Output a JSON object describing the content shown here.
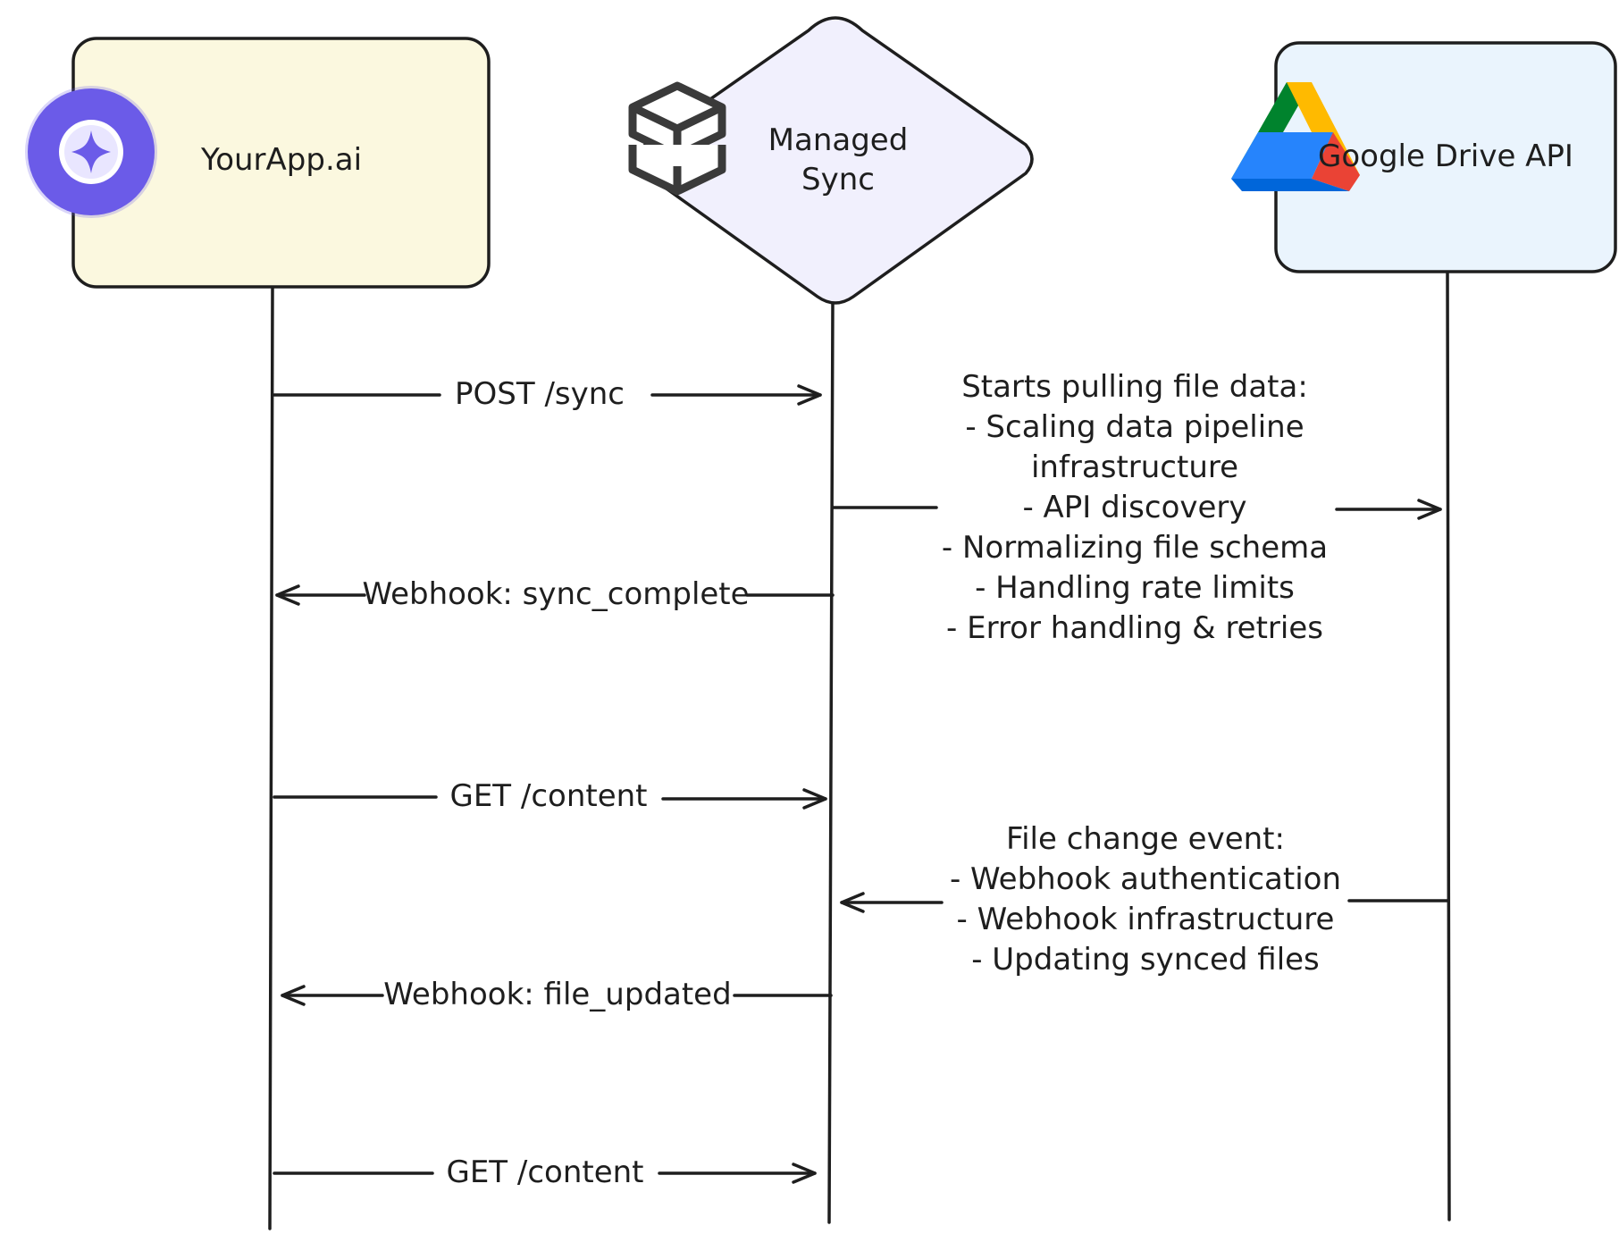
{
  "participants": {
    "app": {
      "label": "YourApp.ai",
      "fill": "#fbf8df",
      "icon": "sparkle-badge-icon",
      "icon_color": "#6b5be8"
    },
    "sync": {
      "label_line1": "Managed",
      "label_line2": "Sync",
      "fill": "#f1f0fd",
      "icon": "database-stack-icon"
    },
    "drive": {
      "label": "Google Drive API",
      "fill": "#eaf4fd",
      "icon": "google-drive-icon"
    }
  },
  "messages": [
    {
      "label": "POST /sync"
    },
    {
      "label": "Webhook: sync_complete"
    },
    {
      "label": "GET /content"
    },
    {
      "label": "Webhook: file_updated"
    },
    {
      "label": "GET /content"
    }
  ],
  "notes": {
    "pull": [
      "Starts pulling file data:",
      "- Scaling data pipeline",
      "infrastructure",
      "- API discovery",
      "- Normalizing file schema",
      "- Handling rate limits",
      "- Error handling & retries"
    ],
    "change": [
      "File change event:",
      "- Webhook authentication",
      "- Webhook infrastructure",
      "- Updating synced files"
    ]
  }
}
